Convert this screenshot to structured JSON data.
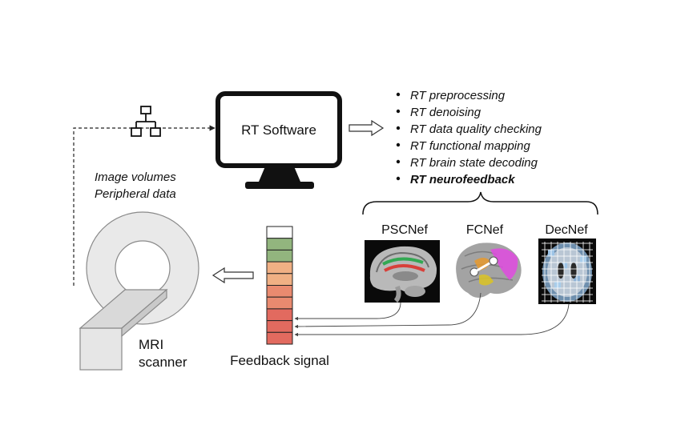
{
  "network": {
    "icon": "network-icon"
  },
  "data_label": {
    "line1": "Image volumes",
    "line2": "Peripheral data"
  },
  "software": {
    "label": "RT Software",
    "icon": "monitor-icon"
  },
  "capabilities": [
    "RT preprocessing",
    "RT denoising",
    "RT data quality checking",
    "RT functional mapping",
    "RT brain state decoding",
    "RT neurofeedback"
  ],
  "methods": [
    {
      "name": "PSCNef",
      "icon": "brain-sagittal-icon"
    },
    {
      "name": "FCNef",
      "icon": "brain-surface-icon"
    },
    {
      "name": "DecNef",
      "icon": "brain-axial-icon"
    }
  ],
  "scanner": {
    "line1": "MRI",
    "line2": "scanner",
    "icon": "mri-scanner-icon"
  },
  "feedback": {
    "label": "Feedback signal",
    "colors": [
      "#ffffff",
      "#92b57e",
      "#92b57e",
      "#f0b084",
      "#f0b084",
      "#e98a6f",
      "#e98a6f",
      "#e26a5f",
      "#e26a5f",
      "#e26a5f"
    ]
  }
}
